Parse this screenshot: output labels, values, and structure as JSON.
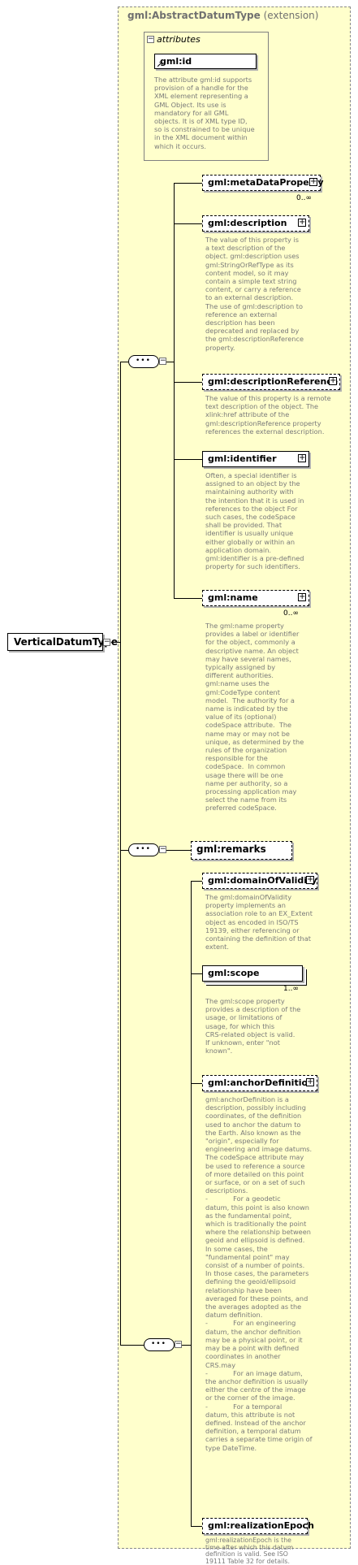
{
  "extension": {
    "type_name": "gml:AbstractDatumType",
    "suffix": "(extension)"
  },
  "attributes": {
    "title": "attributes",
    "items": [
      {
        "name": "gml:id",
        "description": "The attribute gml:id supports\nprovision of a handle for the\nXML element representing a\nGML Object. Its use is\nmandatory for all GML\nobjects. It is of XML type ID,\nso is constrained to be unique\nin the XML document within\nwhich it occurs."
      }
    ]
  },
  "root": {
    "name": "VerticalDatumType"
  },
  "sequences": [
    {
      "elements": [
        {
          "name": "gml:metaDataProperty",
          "cardinality": "0..∞",
          "description": ""
        },
        {
          "name": "gml:description",
          "cardinality": "",
          "description": "The value of this property is\na text description of the\nobject. gml:description uses\ngml:StringOrRefType as its\ncontent model, so it may\ncontain a simple text string\ncontent, or carry a reference\nto an external description.\nThe use of gml:description to\nreference an external\ndescription has been\ndeprecated and replaced by\nthe gml:descriptionReference\nproperty."
        },
        {
          "name": "gml:descriptionReference",
          "cardinality": "",
          "description": "The value of this property is a remote\ntext description of the object. The\nxlink:href attribute of the\ngml:descriptionReference property\nreferences the external description."
        },
        {
          "name": "gml:identifier",
          "cardinality": "",
          "description": "Often, a special identifier is\nassigned to an object by the\nmaintaining authority with\nthe intention that it is used in\nreferences to the object For\nsuch cases, the codeSpace\nshall be provided. That\nidentifier is usually unique\neither globally or within an\napplication domain.\ngml:identifier is a pre-defined\nproperty for such identifiers."
        },
        {
          "name": "gml:name",
          "cardinality": "0..∞",
          "description": "The gml:name property\nprovides a label or identifier\nfor the object, commonly a\ndescriptive name. An object\nmay have several names,\ntypically assigned by\ndifferent authorities.\ngml:name uses the\ngml:CodeType content\nmodel.  The authority for a\nname is indicated by the\nvalue of its (optional)\ncodeSpace attribute.  The\nname may or may not be\nunique, as determined by the\nrules of the organization\nresponsible for the\ncodeSpace.  In common\nusage there will be one\nname per authority, so a\nprocessing application may\nselect the name from its\npreferred codeSpace."
        }
      ]
    },
    {
      "elements": [
        {
          "name": "gml:remarks",
          "cardinality": "",
          "description": ""
        }
      ]
    },
    {
      "elements": [
        {
          "name": "gml:domainOfValidity",
          "cardinality": "",
          "description": "The gml:domainOfValidity\nproperty implements an\nassociation role to an EX_Extent\nobject as encoded in ISO/TS\n19139, either referencing or\ncontaining the definition of that\nextent."
        },
        {
          "name": "gml:scope",
          "cardinality": "1..∞",
          "description": "The gml:scope property\nprovides a description of the\nusage, or limitations of\nusage, for which this\nCRS-related object is valid.\nIf unknown, enter \"not\nknown\"."
        },
        {
          "name": "gml:anchorDefinition",
          "cardinality": "",
          "description": "gml:anchorDefinition is a\ndescription, possibly including\ncoordinates, of the definition\nused to anchor the datum to\nthe Earth. Also known as the\n\"origin\", especially for\nengineering and image datums.\nThe codeSpace attribute may\nbe used to reference a source\nof more detailed on this point\nor surface, or on a set of such\ndescriptions.\n-            For a geodetic\ndatum, this point is also known\nas the fundamental point,\nwhich is traditionally the point\nwhere the relationship between\ngeoid and ellipsoid is defined.\nIn some cases, the\n\"fundamental point\" may\nconsist of a number of points.\nIn those cases, the parameters\ndefining the geoid/ellipsoid\nrelationship have been\naveraged for these points, and\nthe averages adopted as the\ndatum definition.\n-            For an engineering\ndatum, the anchor definition\nmay be a physical point, or it\nmay be a point with defined\ncoordinates in another\nCRS.may\n-            For an image datum,\nthe anchor definition is usually\neither the centre of the image\nor the corner of the image.\n-            For a temporal\ndatum, this attribute is not\ndefined. Instead of the anchor\ndefinition, a temporal datum\ncarries a separate time origin of\ntype DateTime."
        },
        {
          "name": "gml:realizationEpoch",
          "cardinality": "",
          "description": "gml:realizationEpoch is the\ntime after which this datum\ndefinition is valid. See ISO\n19111 Table 32 for details."
        }
      ]
    }
  ],
  "symbols": {
    "collapse": "−",
    "expand": "+",
    "sequence": "•••"
  }
}
